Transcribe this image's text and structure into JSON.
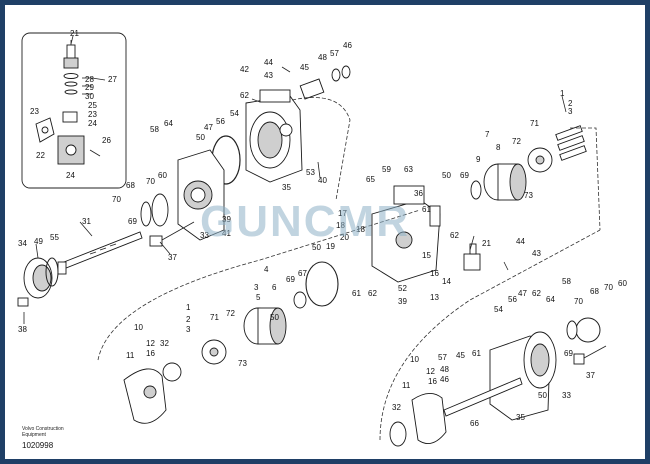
{
  "brand": "Volvo Construction Equipment",
  "drawing_number": "1020998",
  "watermark": "GUNCMR",
  "callouts": [
    "1",
    "2",
    "3",
    "4",
    "5",
    "6",
    "7",
    "8",
    "9",
    "10",
    "11",
    "12",
    "13",
    "14",
    "15",
    "16",
    "17",
    "18",
    "19",
    "20",
    "21",
    "22",
    "23",
    "24",
    "25",
    "26",
    "27",
    "28",
    "29",
    "30",
    "31",
    "32",
    "33",
    "34",
    "35",
    "36",
    "37",
    "38",
    "39",
    "40",
    "41",
    "42",
    "43",
    "44",
    "45",
    "46",
    "47",
    "48",
    "49",
    "50",
    "51",
    "52",
    "53",
    "54",
    "55",
    "56",
    "57",
    "58",
    "59",
    "60",
    "61",
    "62",
    "63",
    "64",
    "65",
    "66",
    "67",
    "68",
    "69",
    "70",
    "71",
    "72",
    "73"
  ],
  "colors": {
    "frame": "#1f3f66",
    "line": "#222222",
    "watermark": "#8fb2c7"
  }
}
